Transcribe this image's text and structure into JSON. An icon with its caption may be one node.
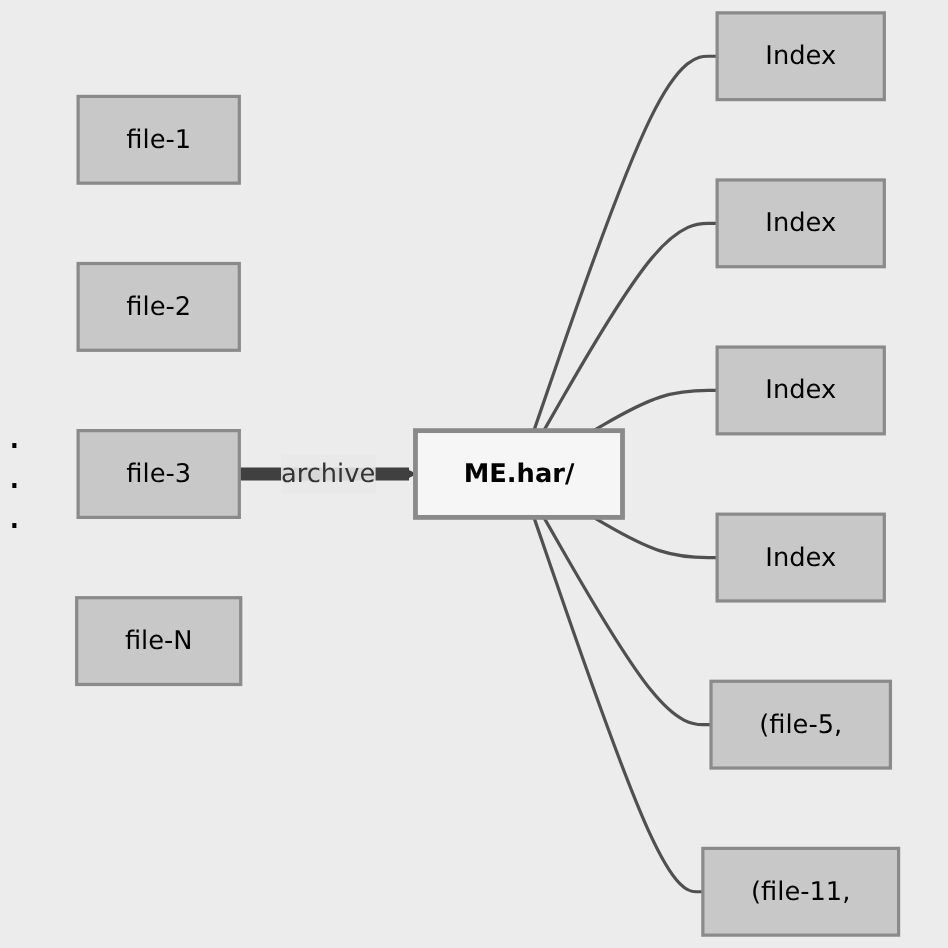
{
  "diagram": {
    "nodes": [
      {
        "text": [
          "file-1"
        ]
      },
      {
        "text": [
          "file-2"
        ]
      },
      {
        "text": [
          "file-3"
        ]
      },
      {
        "text": [
          "file-N"
        ]
      },
      {
        "text": [
          "ME.har/"
        ]
      },
      {
        "text": [
          "Index"
        ]
      },
      {
        "text": [
          "Index"
        ]
      },
      {
        "text": [
          "Index"
        ]
      },
      {
        "text": [
          "Index"
        ]
      },
      {
        "text": [
          "(file-5,"
        ]
      },
      {
        "text": [
          "(file-11,"
        ]
      }
    ],
    "edges": [
      {
        "from": 2,
        "to": 4,
        "arrow": "to",
        "label": "archive",
        "style": "thick",
        "color": "#404040"
      },
      {
        "from": 4,
        "to": 5,
        "arrow": "none"
      },
      {
        "from": 4,
        "to": 6,
        "arrow": "none"
      },
      {
        "from": 4,
        "to": 7,
        "arrow": "none"
      },
      {
        "from": 4,
        "to": 8,
        "arrow": "none"
      },
      {
        "from": 4,
        "to": 9,
        "arrow": "none"
      },
      {
        "from": 4,
        "to": 10,
        "arrow": "none"
      }
    ],
    "labels": [
      ".",
      ".",
      "."
    ]
  }
}
